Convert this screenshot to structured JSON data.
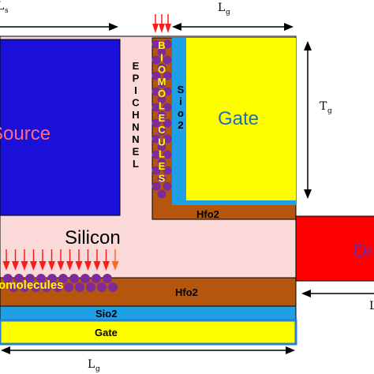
{
  "labels": {
    "source": "Source",
    "silicon": "Silicon",
    "gate_top": "Gate",
    "gate_bottom": "Gate",
    "drain": "Drain",
    "hfo2_vertical": "Hfo2",
    "hfo2_bottom": "Hfo2",
    "sio2_bottom": "Sio2",
    "sio2_vertical": "Sio2",
    "epichannel": "EPICHNNEL",
    "biomolecules_vertical": "BIOMOLECULES",
    "biomolecules_horizontal": "Biomolecules"
  },
  "dimensions": {
    "ls": {
      "main": "L",
      "sub": "s"
    },
    "lg_top": {
      "main": "L",
      "sub": "g"
    },
    "lg_bottom": {
      "main": "L",
      "sub": "g"
    },
    "tg": {
      "main": "T",
      "sub": "g"
    },
    "right_bottom": {
      "main": "L",
      "sub": ""
    }
  },
  "colors": {
    "source": "#1a10d8",
    "silicon": "#fcd9d9",
    "gate": "#ffff00",
    "gate_border": "#2a7fd4",
    "sio2": "#1ea0e6",
    "hfo2": "#b5560f",
    "drain": "#ff0000",
    "biomolecule": "#7d2a9a",
    "arrow": "#ff1a1a",
    "text_purple": "#7a2aa0",
    "text_pink": "#ff6a8a",
    "text_blue": "#1f6fb0",
    "outline": "#000000"
  },
  "arrow_counts": {
    "vertical_region": 3,
    "horizontal_region": 13
  },
  "bead_counts": {
    "vertical_column": 10,
    "horizontal_rows": 2,
    "horizontal_per_row": 10
  }
}
